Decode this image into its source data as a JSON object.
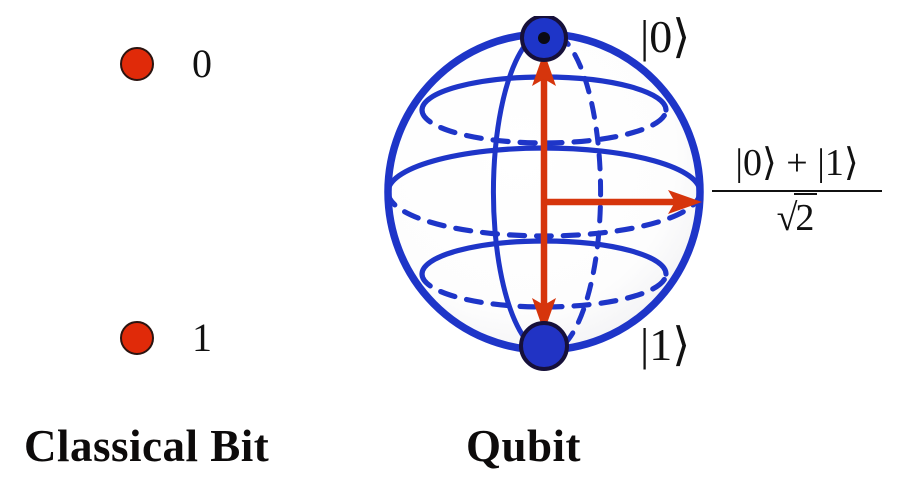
{
  "background_color": "#ffffff",
  "palette": {
    "bit_red": "#E02A09",
    "bit_red_outline": "#2b1410",
    "sphere_blue": "#1E35C8",
    "sphere_blue_dark": "#11207e",
    "pole_outline": "#16103a",
    "arrow_red": "#D6350C",
    "text_black": "#111111"
  },
  "classical_bit": {
    "caption": "Classical Bit",
    "states": [
      {
        "dot": "red-filled-circle",
        "label": "0"
      },
      {
        "dot": "red-filled-circle",
        "label": "1"
      }
    ]
  },
  "qubit": {
    "caption": "Qubit",
    "sphere": {
      "name": "bloch-sphere",
      "outline_color": "#1E35C8",
      "north_pole": {
        "label": "|0⟩",
        "marker": "blue-dot-with-black-center"
      },
      "south_pole": {
        "label": "|1⟩",
        "marker": "solid-blue-dot"
      },
      "latitude_lines": 5,
      "meridian_lines": 2,
      "hidden_arcs_style": "dashed"
    },
    "vectors": [
      {
        "name": "vertical-state-axis",
        "style": "double-headed-arrow",
        "color": "#D6350C",
        "orientation": "vertical"
      },
      {
        "name": "superposition-vector",
        "style": "single-headed-arrow",
        "color": "#D6350C",
        "orientation": "horizontal-right"
      }
    ],
    "ket_zero": "|0⟩",
    "ket_one": "|1⟩",
    "superposition": {
      "numerator": "|0⟩ + |1⟩",
      "denominator_radical": "√",
      "denominator_radicand": "2",
      "full": "(|0⟩ + |1⟩)/√2"
    }
  }
}
